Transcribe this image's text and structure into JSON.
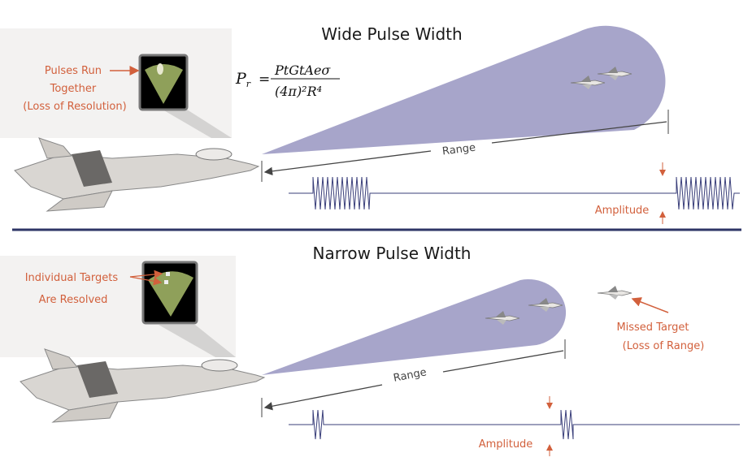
{
  "top": {
    "title": "Wide Pulse Width",
    "note_lines": [
      "Pulses Run",
      "Together",
      "(Loss of Resolution)"
    ],
    "range_label": "Range",
    "amplitude_label": "Amplitude",
    "equation": {
      "lhs": "P",
      "lhs_sub": "r",
      "numerator": "PtGtAeσ",
      "denominator": "(4π)²R⁴"
    }
  },
  "bottom": {
    "title": "Narrow Pulse Width",
    "note_lines": [
      "Individual Targets",
      "Are Resolved"
    ],
    "missed_lines": [
      "Missed Target",
      "(Loss of Range)"
    ],
    "range_label": "Range",
    "amplitude_label": "Amplitude"
  },
  "colors": {
    "note": "#d2603c",
    "beam": "#a7a5ca",
    "divider": "#2e3566",
    "radar": "#8fa05a"
  }
}
